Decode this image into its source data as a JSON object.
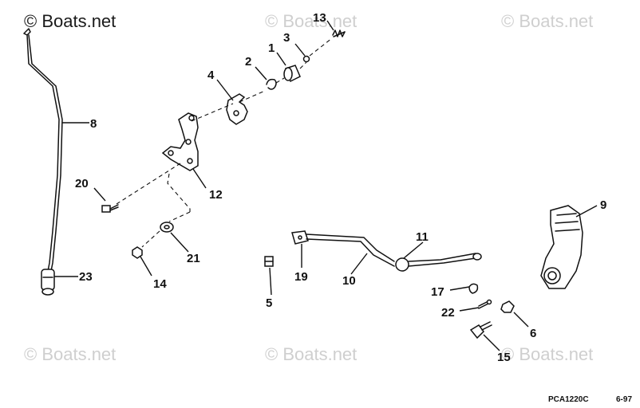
{
  "watermarks": [
    {
      "text": "© Boats.net",
      "color": "#1a1a1a"
    },
    {
      "text": "© Boats.net",
      "color": "#cfcfcf"
    },
    {
      "text": "© Boats.net",
      "color": "#cfcfcf"
    },
    {
      "text": "© Boats.net",
      "color": "#cfcfcf"
    },
    {
      "text": "© Boats.net",
      "color": "#cfcfcf"
    },
    {
      "text": "© Boats.net",
      "color": "#cfcfcf"
    }
  ],
  "callouts": [
    "1",
    "2",
    "3",
    "4",
    "5",
    "6",
    "8",
    "9",
    "10",
    "11",
    "12",
    "13",
    "14",
    "15",
    "17",
    "19",
    "20",
    "21",
    "22",
    "23"
  ],
  "footer": {
    "code": "PCA1220C",
    "date": "6-97"
  },
  "colors": {
    "line": "#111111",
    "background": "#ffffff",
    "watermark_light": "#cfcfcf",
    "watermark_dark": "#1a1a1a"
  }
}
